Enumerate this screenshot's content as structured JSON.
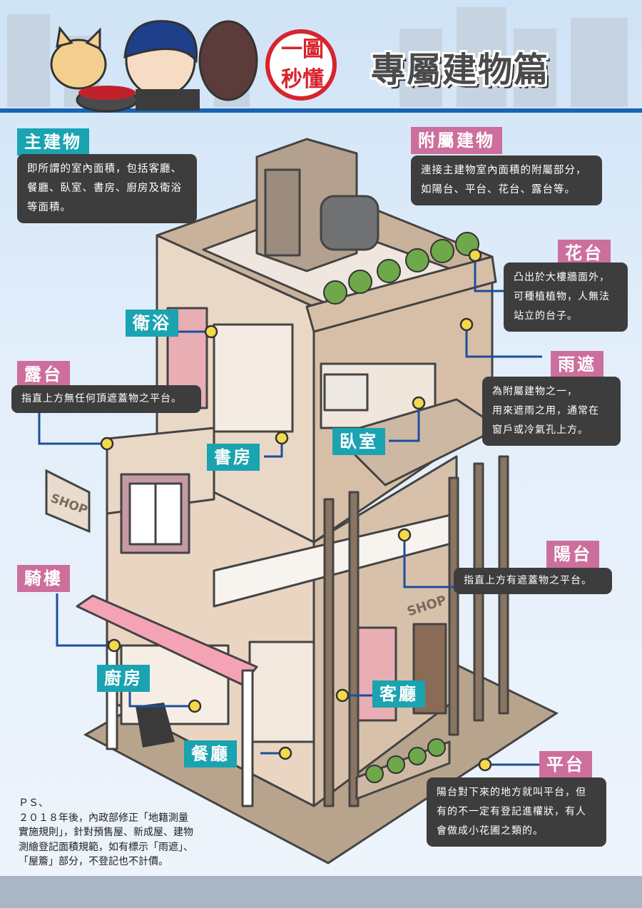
{
  "header": {
    "seal_top": "一圖",
    "seal_bottom": "秒懂",
    "title": "專屬建物篇"
  },
  "colors": {
    "teal": "#1aa3b0",
    "pink": "#cc6f9c",
    "dark_box": "#3d3d3d",
    "leader": "#1b4f9c",
    "dot": "#f5d94a"
  },
  "callouts": {
    "main_building": {
      "label": "主建物",
      "lines": [
        "即所謂的室內面積，包括客廳、",
        "餐廳、臥室、書房、廚房及衛浴",
        "等面積。"
      ]
    },
    "annex": {
      "label": "附屬建物",
      "lines": [
        "連接主建物室內面積的附屬部分，",
        "如陽台、平台、花台、露台等。"
      ]
    },
    "planter": {
      "label": "花台",
      "lines": [
        "凸出於大樓牆面外，",
        "可種植植物，人無法",
        "站立的台子。"
      ]
    },
    "canopy": {
      "label": "雨遮",
      "lines": [
        "為附屬建物之一，",
        "用來遮雨之用，通常在",
        "窗戶或冷氣孔上方。"
      ]
    },
    "terrace": {
      "label": "露台",
      "lines": [
        "指直上方無任何頂遮蓋物之平台。"
      ]
    },
    "balcony": {
      "label": "陽台",
      "lines": [
        "指直上方有遮蓋物之平台。"
      ]
    },
    "platform": {
      "label": "平台",
      "lines": [
        "陽台對下來的地方就叫平台，但",
        "有的不一定有登記進權狀，有人",
        "會做成小花圃之類的。"
      ]
    }
  },
  "rooms": {
    "bathroom": "衛浴",
    "study": "書房",
    "bedroom": "臥室",
    "arcade": "騎樓",
    "kitchen": "廚房",
    "living_room": "客廳",
    "dining_room": "餐廳"
  },
  "signs": {
    "shop_left": "SHOP",
    "shop_right": "SHOP"
  },
  "footnote": {
    "lines": [
      "ＰＳ、",
      "２０１８年後，內政部修正「地籍測量",
      "實施規則」，針對預售屋、新成屋、建物",
      "測繪登記面積規範，如有標示「雨遮」、",
      "「屋簷」部分，不登記也不計價。"
    ]
  }
}
